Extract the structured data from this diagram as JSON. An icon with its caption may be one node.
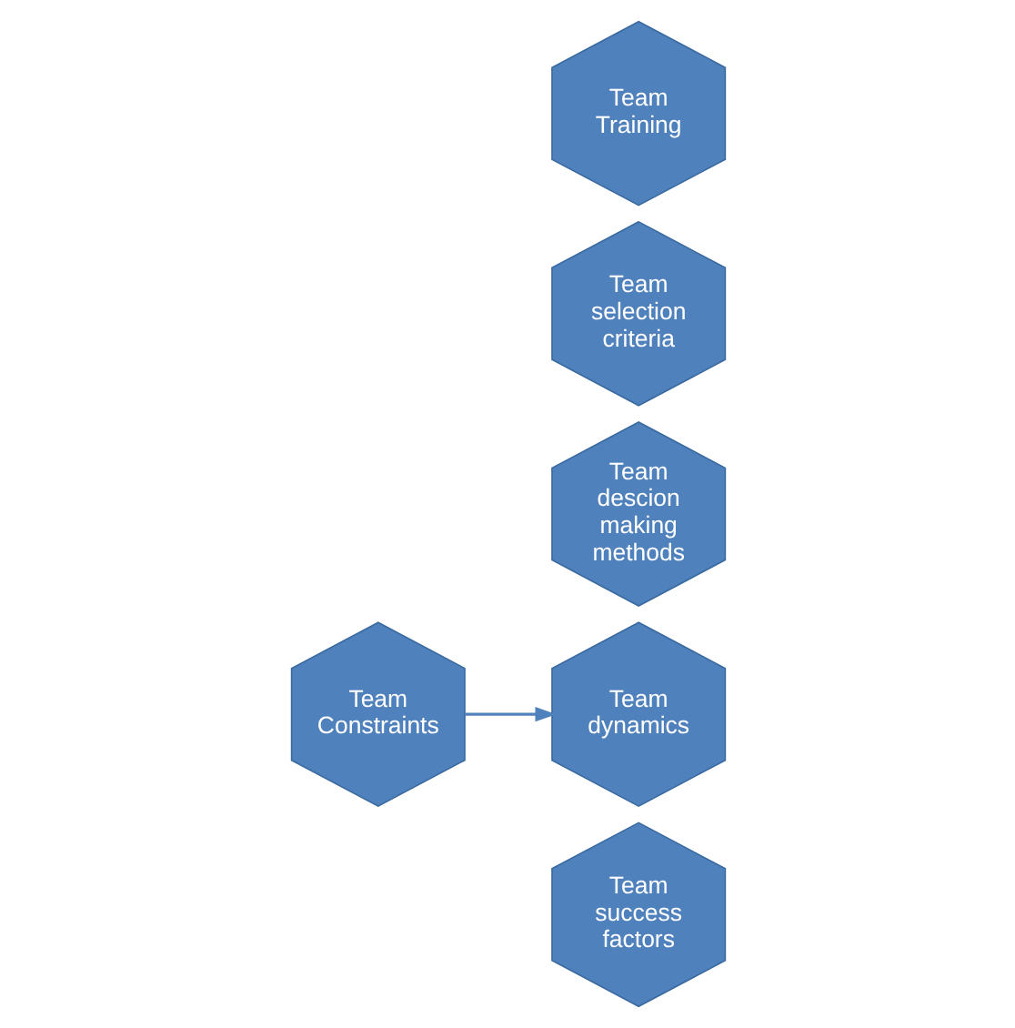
{
  "diagram": {
    "nodes": [
      {
        "text": [
          "Team success factors"
        ]
      },
      {
        "text": [
          "Team Constraints"
        ]
      },
      {
        "text": [
          "Team dynamics"
        ]
      },
      {
        "text": [
          "Team descion making methods"
        ]
      },
      {
        "text": [
          "Team selection criteria"
        ]
      },
      {
        "text": [
          "Team Training"
        ]
      }
    ],
    "edges": [
      {
        "from": 1,
        "to": 2,
        "arrow": "to"
      }
    ]
  }
}
